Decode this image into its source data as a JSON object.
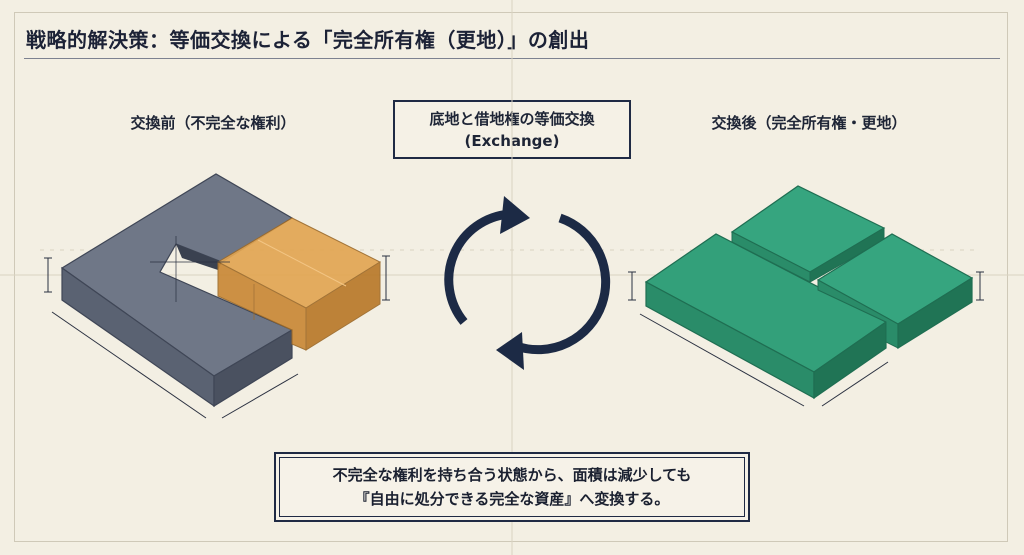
{
  "title": "戦略的解決策：等価交換による「完全所有権（更地）」の創出",
  "left_label": "交換前（不完全な権利）",
  "center_box": {
    "line1": "底地と借地権の等価交換",
    "line2": "(Exchange)"
  },
  "right_label": "交換後（完全所有権・更地）",
  "bottom_box": {
    "line1": "不完全な権利を持ち合う状態から、面積は減少しても",
    "line2": "『自由に処分できる完全な資産』へ変換する。"
  },
  "colors": {
    "background": "#f3efe3",
    "slate_block": "#6b7383",
    "orange_block": "#d99a45",
    "green_block": "#2f9a74",
    "navy_arrow": "#1c2a45"
  },
  "icons": {
    "exchange": "cycle-arrows-icon"
  }
}
